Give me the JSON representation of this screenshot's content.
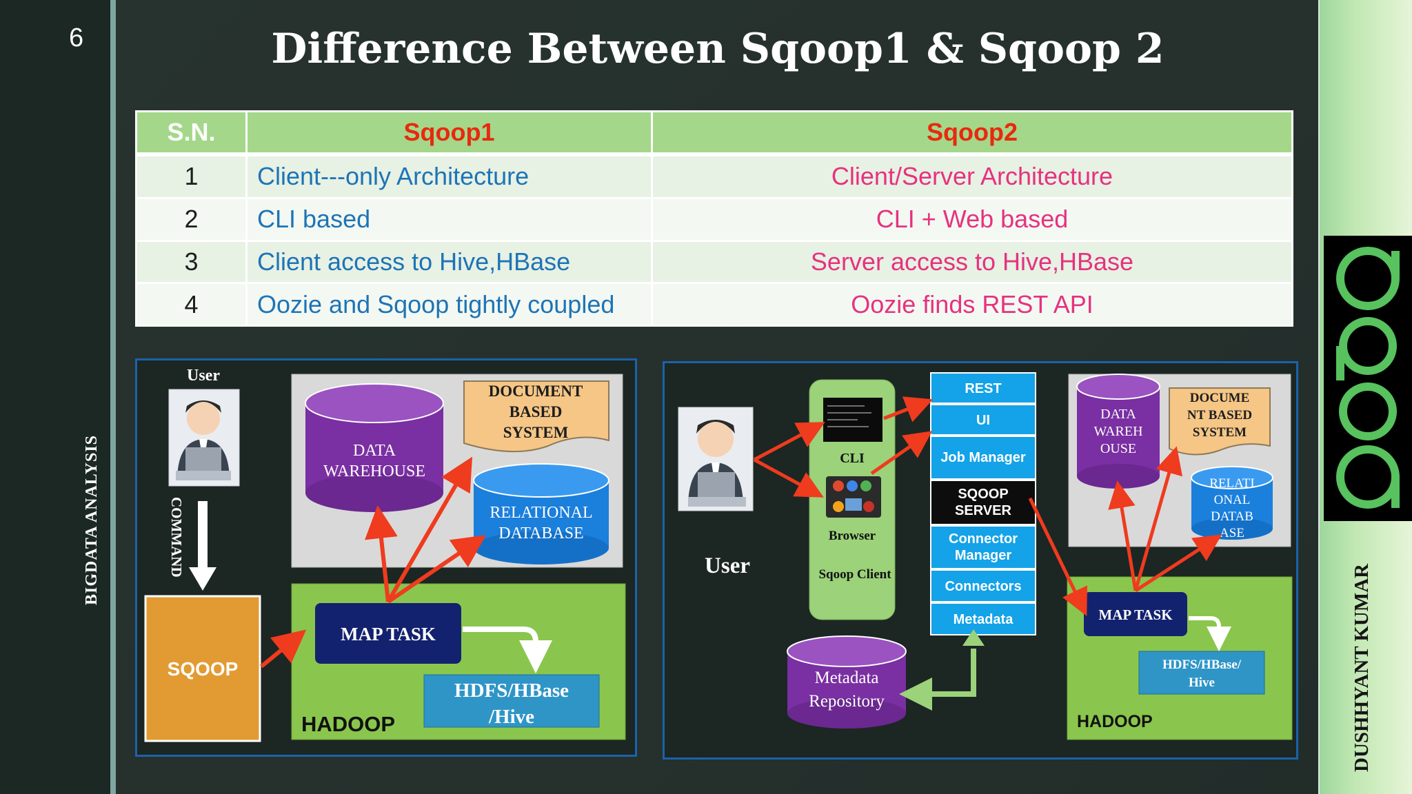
{
  "slide": {
    "number": "6",
    "title": "Difference Between Sqoop1 & Sqoop 2",
    "side_left": "BIGDATA ANALYSIS",
    "side_right": "DUSHHYANT KUMAR"
  },
  "table": {
    "headers": {
      "sn": "S.N.",
      "sqoop1": "Sqoop1",
      "sqoop2": "Sqoop2"
    },
    "rows": [
      {
        "sn": "1",
        "sqoop1": "Client---only Architecture",
        "sqoop2": "Client/Server Architecture"
      },
      {
        "sn": "2",
        "sqoop1": "CLI based",
        "sqoop2": "CLI + Web based"
      },
      {
        "sn": "3",
        "sqoop1": "Client access to Hive,HBase",
        "sqoop2": "Server access to Hive,HBase"
      },
      {
        "sn": "4",
        "sqoop1": "Oozie and Sqoop tightly coupled",
        "sqoop2": "Oozie finds REST API"
      }
    ]
  },
  "diagram1": {
    "user": "User",
    "command": "COMMAND",
    "sqoop": "SQOOP",
    "data_warehouse": [
      "DATA",
      "WAREHOUSE"
    ],
    "document_system": [
      "DOCUMENT",
      "BASED",
      "SYSTEM"
    ],
    "relational_db": [
      "RELATIONAL",
      "DATABASE"
    ],
    "map_task": "MAP TASK",
    "hdfs": [
      "HDFS/HBase",
      "/Hive"
    ],
    "hadoop": "HADOOP"
  },
  "diagram2": {
    "user": "User",
    "cli": "CLI",
    "browser": "Browser",
    "sqoop_client": "Sqoop Client",
    "server_stack": [
      "REST",
      "UI",
      "Job Manager",
      "SQOOP SERVER",
      "Connector Manager",
      "Connectors",
      "Metadata"
    ],
    "metadata_repo": [
      "Metadata",
      "Repository"
    ],
    "data_warehouse": [
      "DATA",
      "WAREH",
      "OUSE"
    ],
    "document_system": [
      "DOCUME",
      "NT BASED",
      "SYSTEM"
    ],
    "relational_db": [
      "RELATI",
      "ONAL",
      "DATAB",
      "ASE"
    ],
    "map_task": "MAP TASK",
    "hdfs": [
      "HDFS/HBase/",
      "Hive"
    ],
    "hadoop": "HADOOP"
  },
  "colors": {
    "table_header": "#a4d78a",
    "sqoop1_text": "#1d74b6",
    "sqoop2_text": "#e6327f",
    "arrow": "#ef3b1e",
    "hadoop_green": "#8ac64d",
    "purple": "#7a2fa2"
  }
}
